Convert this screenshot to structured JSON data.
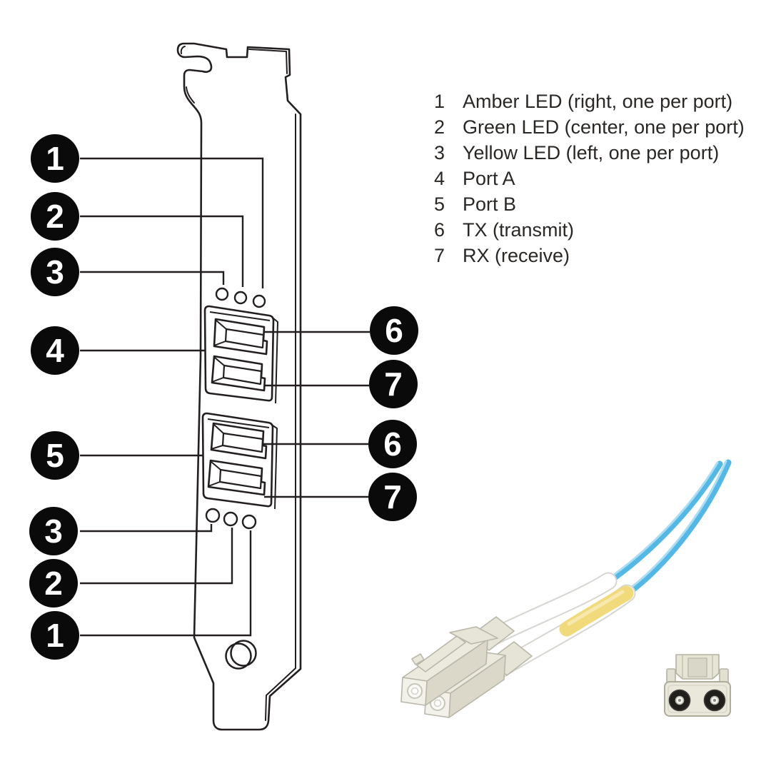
{
  "legend": {
    "items": [
      {
        "num": "1",
        "label": "Amber LED (right, one per port)"
      },
      {
        "num": "2",
        "label": "Green LED (center, one per port)"
      },
      {
        "num": "3",
        "label": "Yellow LED (left, one per port)"
      },
      {
        "num": "4",
        "label": "Port A"
      },
      {
        "num": "5",
        "label": "Port B"
      },
      {
        "num": "6",
        "label": "TX (transmit)"
      },
      {
        "num": "7",
        "label": "RX (receive)"
      }
    ]
  },
  "callouts": {
    "left": [
      "1",
      "2",
      "3",
      "4",
      "5",
      "3",
      "2",
      "1"
    ],
    "right": [
      "6",
      "7",
      "6",
      "7"
    ]
  },
  "colors": {
    "background": "#ffffff",
    "line_art": "#231f20",
    "badge_bg": "#0a0a0a",
    "badge_text": "#ffffff",
    "fiber_blue": "#54b7e4",
    "fiber_highlight": "#a9ddf3",
    "kevlar_yellow": "#f1da7c",
    "jacket_white": "#ffffff",
    "connector_beige": "#eae8da"
  }
}
